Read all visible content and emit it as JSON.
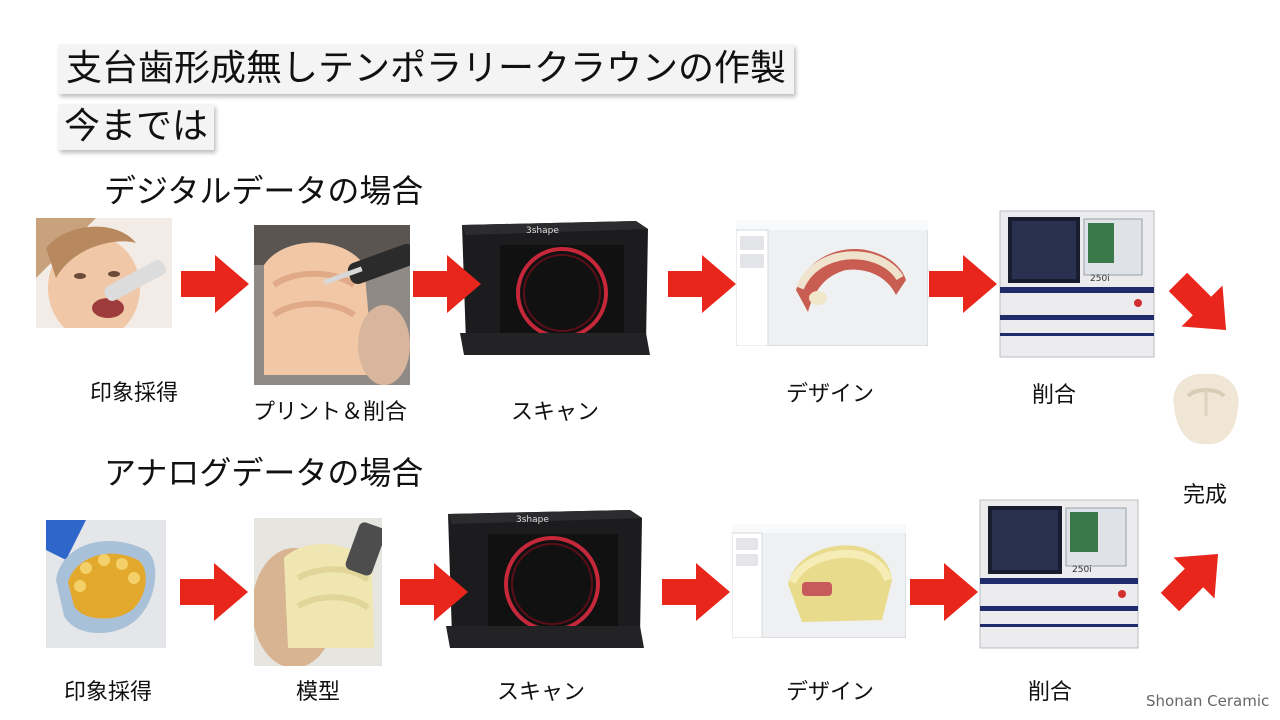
{
  "title": "支台歯形成無しテンポラリークラウンの作製",
  "subtitle": "今までは",
  "digital": {
    "heading": "デジタルデータの場合",
    "steps": [
      "印象採得",
      "プリント＆削合",
      "スキャン",
      "デザイン",
      "削合"
    ]
  },
  "analog": {
    "heading": "アナログデータの場合",
    "steps": [
      "印象採得",
      "模型",
      "スキャン",
      "デザイン",
      "削合"
    ]
  },
  "final_label": "完成",
  "scanner_brand": "3shape",
  "mill_model": "250i",
  "credit": "Shonan Ceramic",
  "colors": {
    "arrow": "#e8261c",
    "title_bg": "#f4f4f4"
  },
  "icons": [
    "arrow-right-icon",
    "arrow-down-right-icon",
    "arrow-up-right-icon"
  ]
}
